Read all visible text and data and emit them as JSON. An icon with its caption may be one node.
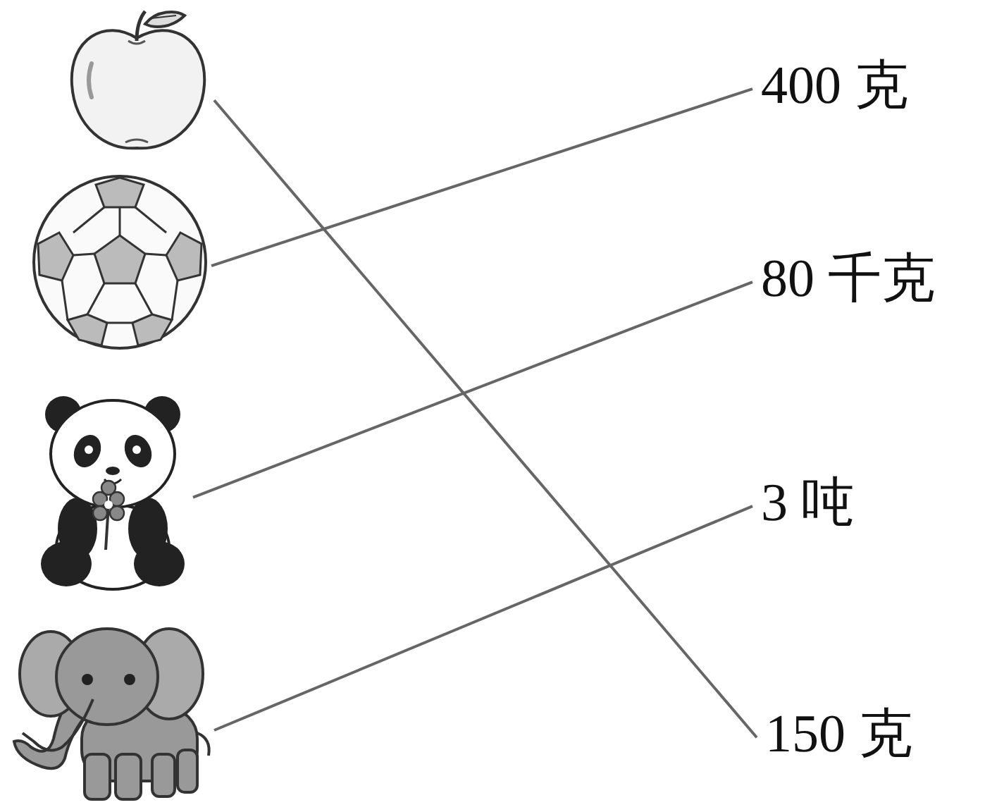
{
  "diagram": {
    "nodes": [
      {
        "text": [],
        "shape": "picture"
      },
      {
        "text": [],
        "shape": "picture"
      },
      {
        "text": [],
        "shape": "picture"
      },
      {
        "text": [],
        "shape": "picture"
      },
      {
        "text": [
          "400 克"
        ]
      },
      {
        "text": [
          "80 千克"
        ]
      },
      {
        "text": [
          "3 吨"
        ]
      },
      {
        "text": [
          "150 克"
        ]
      }
    ],
    "edges": [
      {
        "from": 0,
        "to": 7,
        "arrow": "none"
      },
      {
        "from": 1,
        "to": 4,
        "arrow": "none"
      },
      {
        "from": 2,
        "to": 5,
        "arrow": "none"
      },
      {
        "from": 3,
        "to": 6,
        "arrow": "none"
      }
    ]
  }
}
